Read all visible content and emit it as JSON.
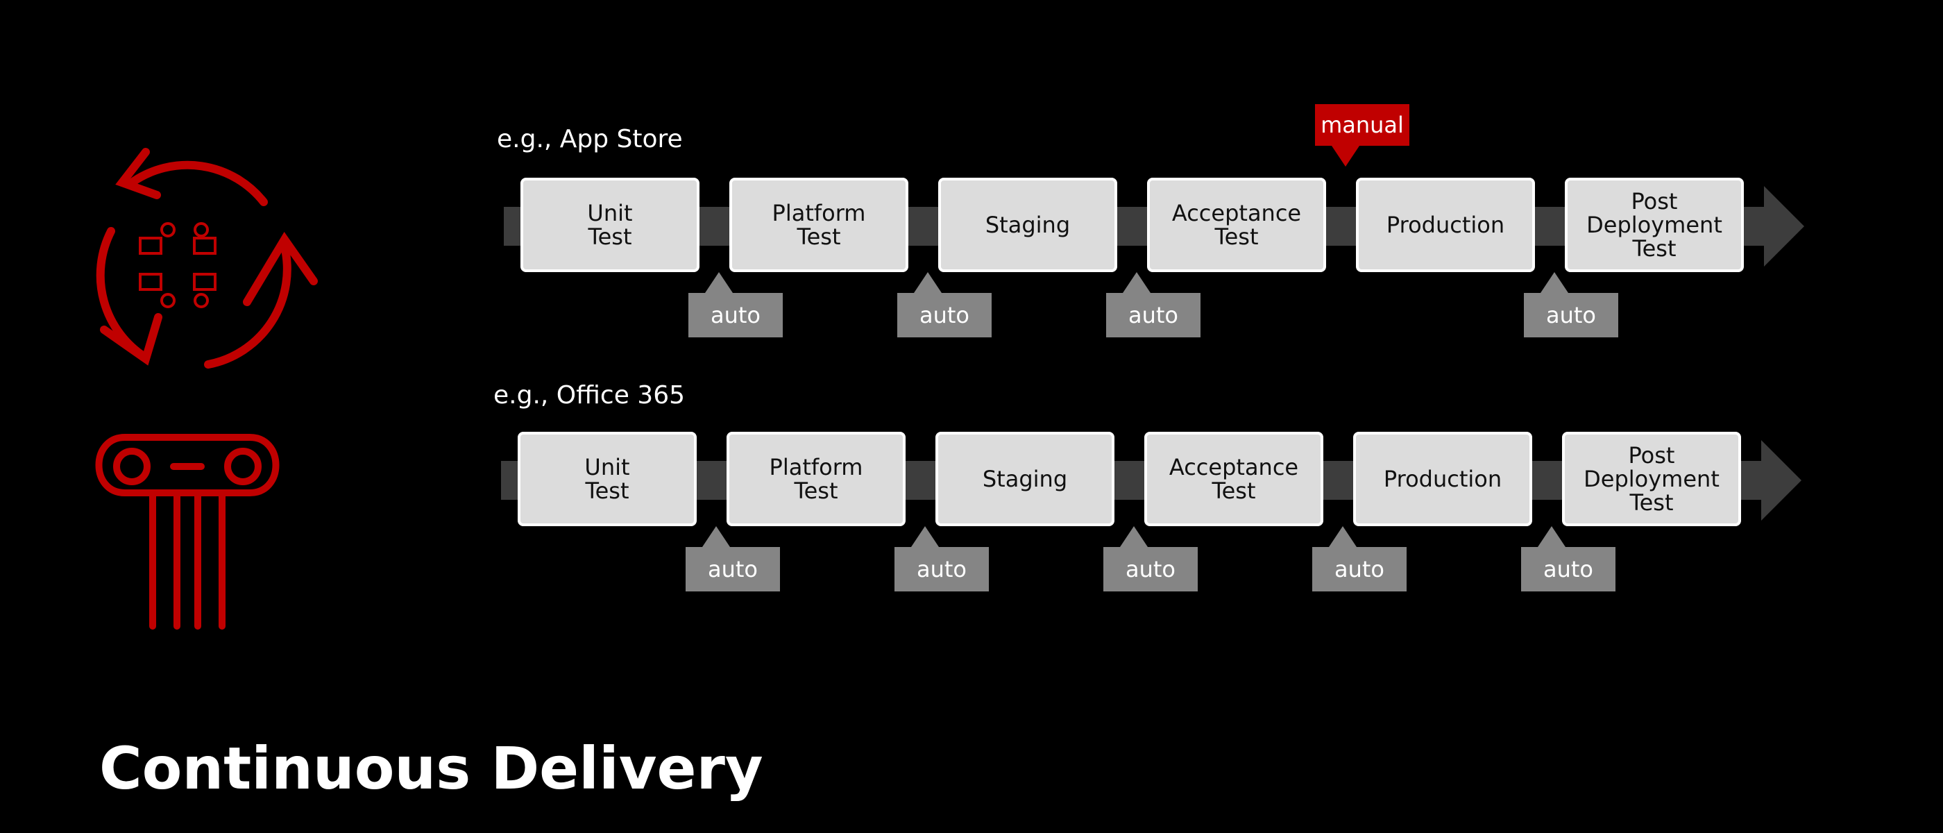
{
  "title": "Continuous Delivery",
  "colors": {
    "accent": "#c00000",
    "stage_fill": "#dcdcdc",
    "gate_fill": "#858585",
    "arrow": "#3d3d3d"
  },
  "icons": [
    "cycle-icon",
    "pillar-icon"
  ],
  "pipelines": [
    {
      "label": "e.g., App Store",
      "stages": [
        "Unit\nTest",
        "Platform\nTest",
        "Staging",
        "Acceptance\nTest",
        "Production",
        "Post\nDeployment\nTest"
      ],
      "gates": [
        "auto",
        "auto",
        "auto",
        "manual",
        "auto"
      ]
    },
    {
      "label": "e.g., Office 365",
      "stages": [
        "Unit\nTest",
        "Platform\nTest",
        "Staging",
        "Acceptance\nTest",
        "Production",
        "Post\nDeployment\nTest"
      ],
      "gates": [
        "auto",
        "auto",
        "auto",
        "auto",
        "auto"
      ]
    }
  ]
}
